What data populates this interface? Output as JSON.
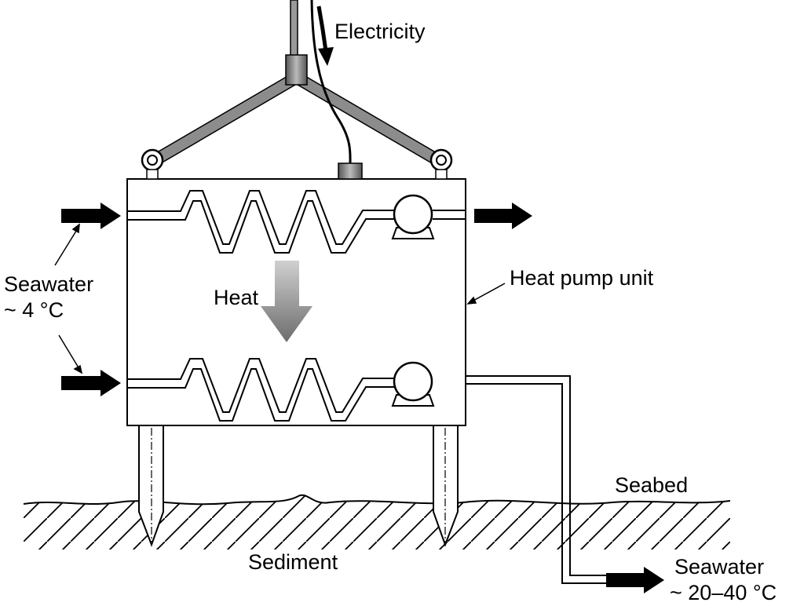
{
  "labels": {
    "electricity": "Electricity",
    "heat": "Heat",
    "heat_pump_unit": "Heat pump unit",
    "seawater_in_name": "Seawater",
    "seawater_in_temp": "~ 4 °C",
    "seabed": "Seabed",
    "sediment": "Sediment",
    "seawater_out_name": "Seawater",
    "seawater_out_temp": "~ 20–40 °C"
  },
  "colors": {
    "line": "#000000",
    "frame_gray": "#888888",
    "heat_arrow_top": "#cfcfcf",
    "heat_arrow_bottom": "#6f6f6f"
  }
}
